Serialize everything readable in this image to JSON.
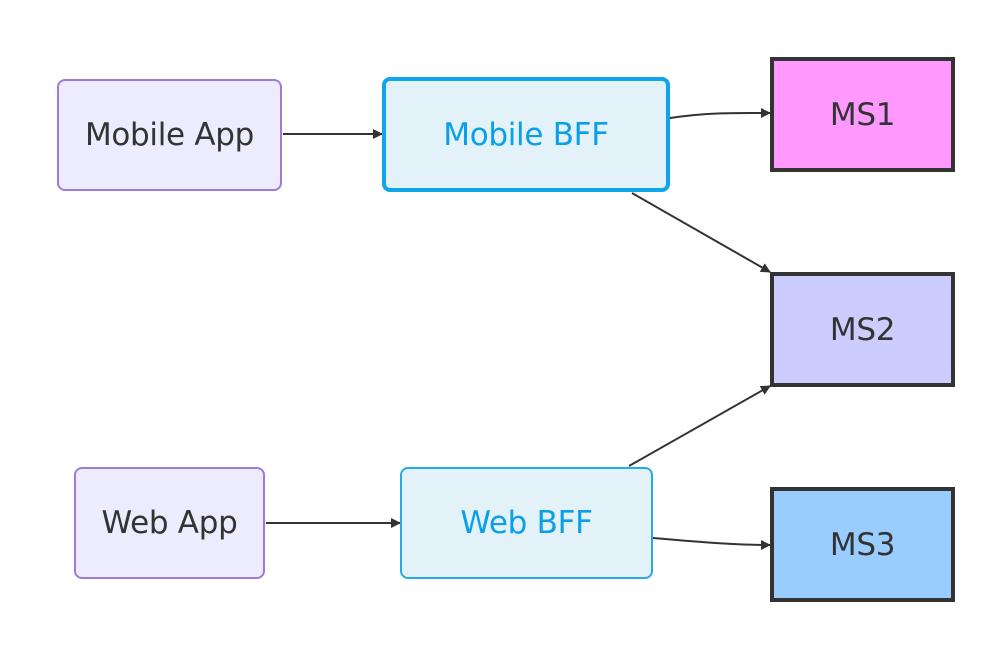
{
  "diagram": {
    "nodes": {
      "mobile_app": {
        "label": "Mobile App"
      },
      "web_app": {
        "label": "Web App"
      },
      "mobile_bff": {
        "label": "Mobile BFF"
      },
      "web_bff": {
        "label": "Web BFF"
      },
      "ms1": {
        "label": "MS1",
        "fill": "#ff99ff"
      },
      "ms2": {
        "label": "MS2",
        "fill": "#ccccff"
      },
      "ms3": {
        "label": "MS3",
        "fill": "#99ccff"
      }
    },
    "edges": [
      {
        "from": "Mobile App",
        "to": "Mobile BFF"
      },
      {
        "from": "Mobile BFF",
        "to": "MS1"
      },
      {
        "from": "Mobile BFF",
        "to": "MS2"
      },
      {
        "from": "Web App",
        "to": "Web BFF"
      },
      {
        "from": "Web BFF",
        "to": "MS2"
      },
      {
        "from": "Web BFF",
        "to": "MS3"
      }
    ],
    "colors": {
      "client_fill": "#ececfe",
      "client_border": "#9f7bd8",
      "bff_fill": "#e2f2f8",
      "bff_text": "#0aa0e8",
      "edge": "#333333"
    }
  }
}
